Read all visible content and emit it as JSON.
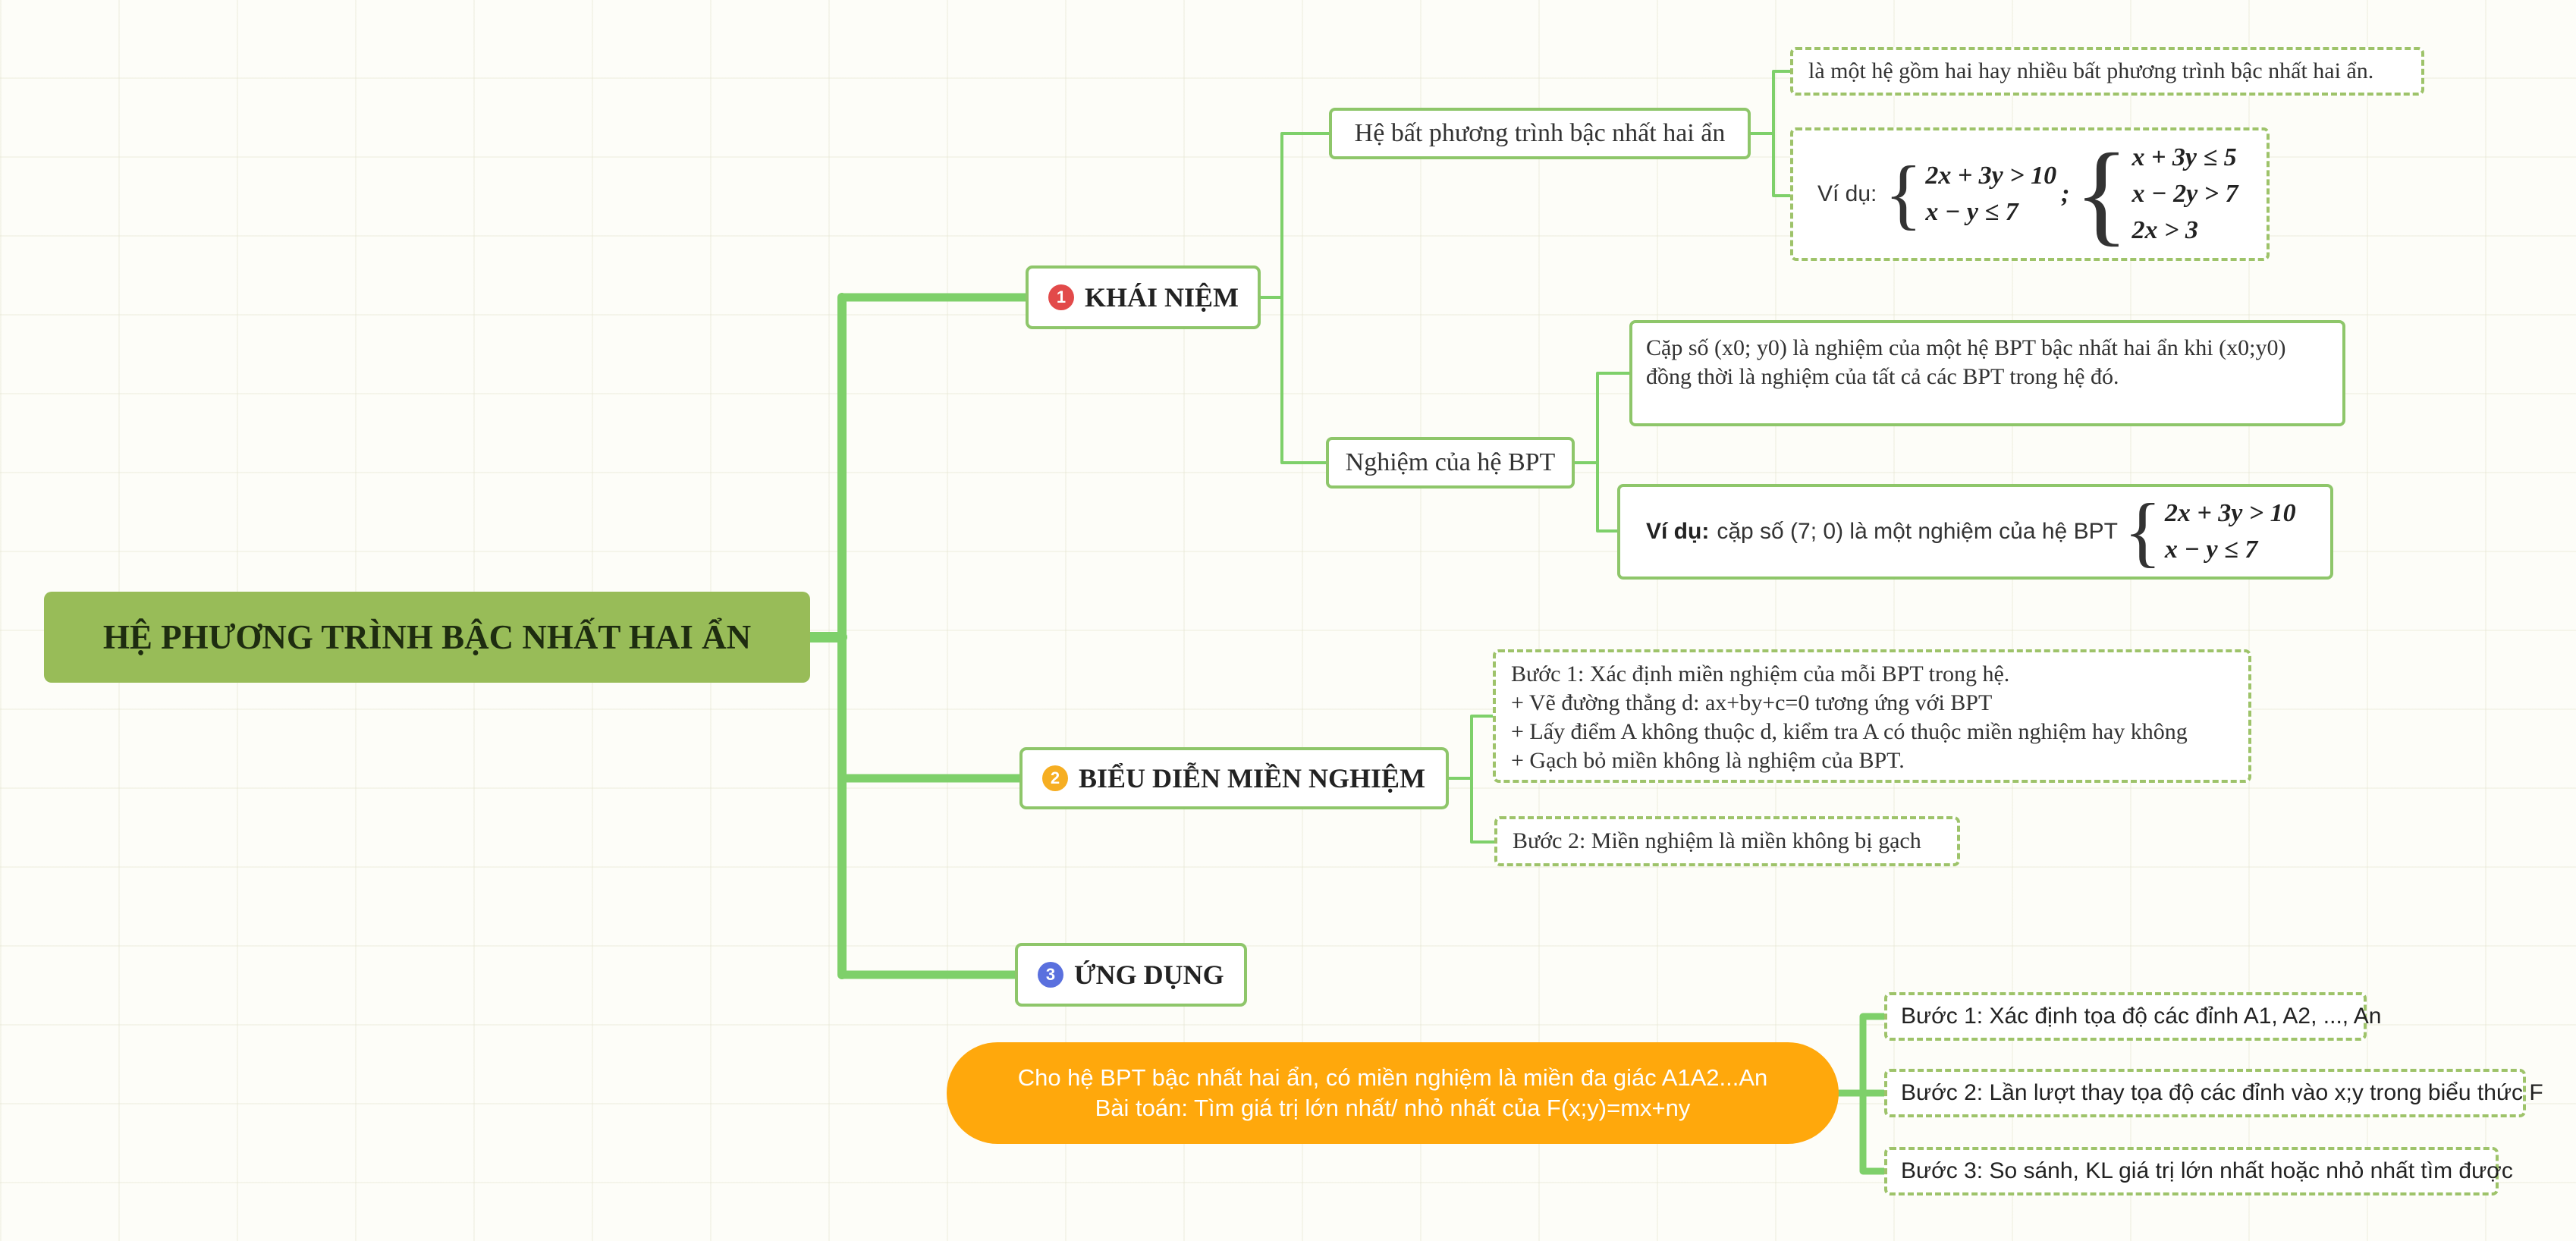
{
  "root": {
    "title": "HỆ PHƯƠNG TRÌNH BẬC NHẤT HAI ẨN"
  },
  "colors": {
    "branch": "#7ed06a",
    "root_bg": "#98bc58",
    "badge1": "#e24a4a",
    "badge2": "#f6ae22",
    "badge3": "#5a70de",
    "orange": "#ffa80c"
  },
  "branches": [
    {
      "number": "1",
      "label": "KHÁI NIỆM"
    },
    {
      "number": "2",
      "label": "BIỂU DIỄN MIỀN NGHIỆM"
    },
    {
      "number": "3",
      "label": "ỨNG DỤNG"
    }
  ],
  "khai_niem": {
    "he_bpt": {
      "label": "Hệ bất phương trình bậc nhất hai ẩn",
      "definition": "là một hệ gồm hai hay nhiều bất phương trình bậc nhất hai ẩn.",
      "example_label": "Ví dụ:",
      "example_sep": ";",
      "system1": [
        "2x + 3y > 10",
        "x − y ≤ 7"
      ],
      "system2": [
        "x + 3y ≤ 5",
        "x − 2y > 7",
        "2x > 3"
      ]
    },
    "nghiem": {
      "label": "Nghiệm của hệ BPT",
      "definition_lines": [
        "Cặp số (x0; y0) là nghiệm của một hệ BPT bậc nhất hai ẩn khi (x0;y0)",
        "đồng thời là nghiệm của tất cả các BPT trong hệ đó."
      ],
      "example_label": "Ví dụ:",
      "example_text": "cặp số (7; 0) là một nghiệm của hệ BPT",
      "system": [
        "2x + 3y > 10",
        "x − y ≤ 7"
      ]
    }
  },
  "bieu_dien": {
    "step1_lines": [
      "Bước 1: Xác định miền nghiệm của mỗi BPT trong hệ.",
      "+ Vẽ đường thẳng d: ax+by+c=0 tương ứng với BPT",
      "+ Lấy điểm A không thuộc d, kiểm tra A có thuộc miền nghiệm hay không",
      "+ Gạch bỏ miền không là nghiệm của BPT."
    ],
    "step2": "Bước 2: Miền nghiệm là miền không bị gạch"
  },
  "ung_dung": {
    "problem_lines": [
      "Cho hệ BPT bậc nhất hai ẩn, có miền nghiệm là miền đa giác A1A2...An",
      "Bài toán: Tìm giá trị lớn nhất/ nhỏ nhất của F(x;y)=mx+ny"
    ],
    "steps": [
      "Bước 1: Xác định tọa độ các đỉnh A1, A2, ..., An",
      "Bước 2: Lần lượt thay tọa độ các đỉnh vào x;y trong biểu thức F",
      "Bước 3: So sánh, KL giá trị lớn nhất hoặc nhỏ nhất tìm được"
    ]
  }
}
